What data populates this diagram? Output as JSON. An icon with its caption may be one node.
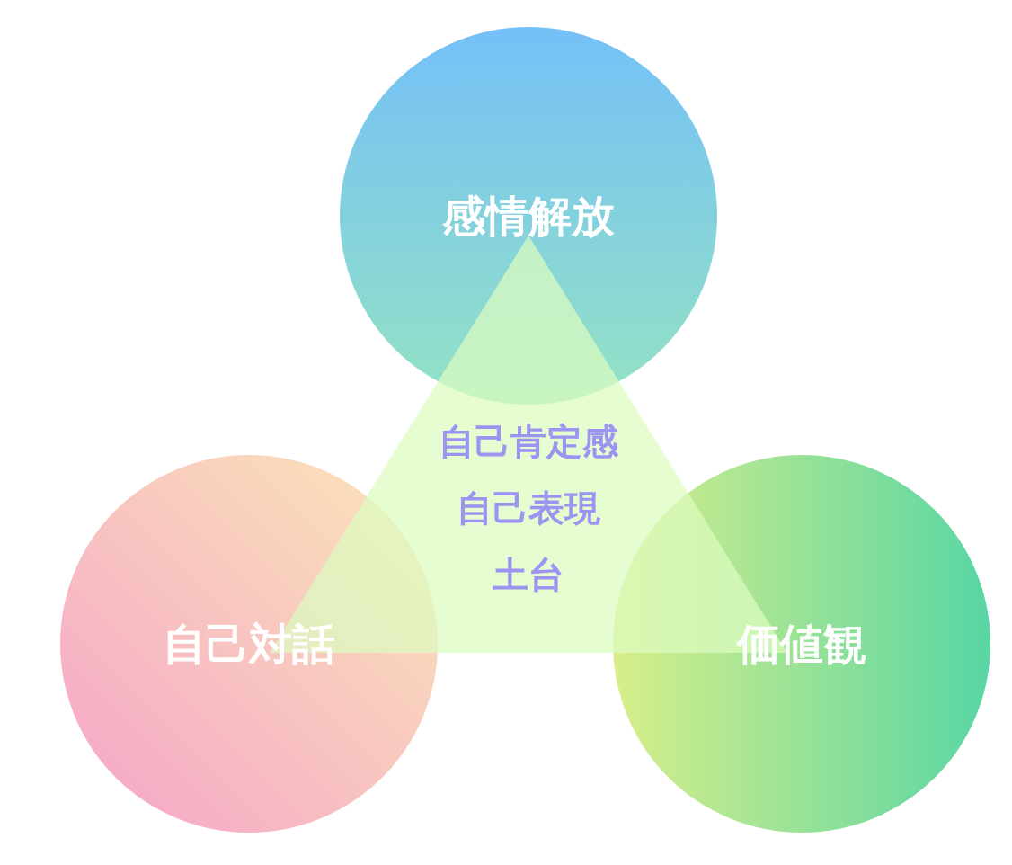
{
  "diagram": {
    "nodes": [
      {
        "text": [
          "感情解放"
        ]
      },
      {
        "text": [
          "自己肯定感",
          "自己表現",
          "土台"
        ]
      },
      {
        "text": [
          "自己対話"
        ]
      },
      {
        "text": [
          "価値観"
        ]
      }
    ]
  }
}
